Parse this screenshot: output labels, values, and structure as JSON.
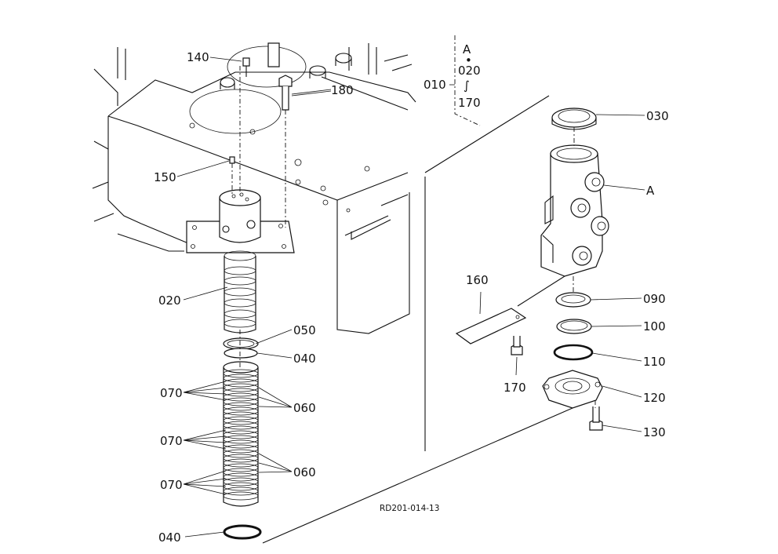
{
  "callouts": {
    "p140": "140",
    "p180": "180",
    "p150": "150",
    "p020": "020",
    "p050": "050",
    "p040a": "040",
    "p070a": "070",
    "p060a": "060",
    "p070b": "070",
    "p070c": "070",
    "p060b": "060",
    "p040b": "040",
    "p030": "030",
    "pA": "A",
    "p160": "160",
    "p090": "090",
    "p100": "100",
    "p110": "110",
    "p120": "120",
    "p170": "170",
    "p130": "130"
  },
  "range_box": {
    "assembly": "010",
    "top": "A",
    "dot": "•",
    "from": "020",
    "tilde": "∫",
    "to": "170"
  },
  "drawing_code": "RD201-014-13"
}
